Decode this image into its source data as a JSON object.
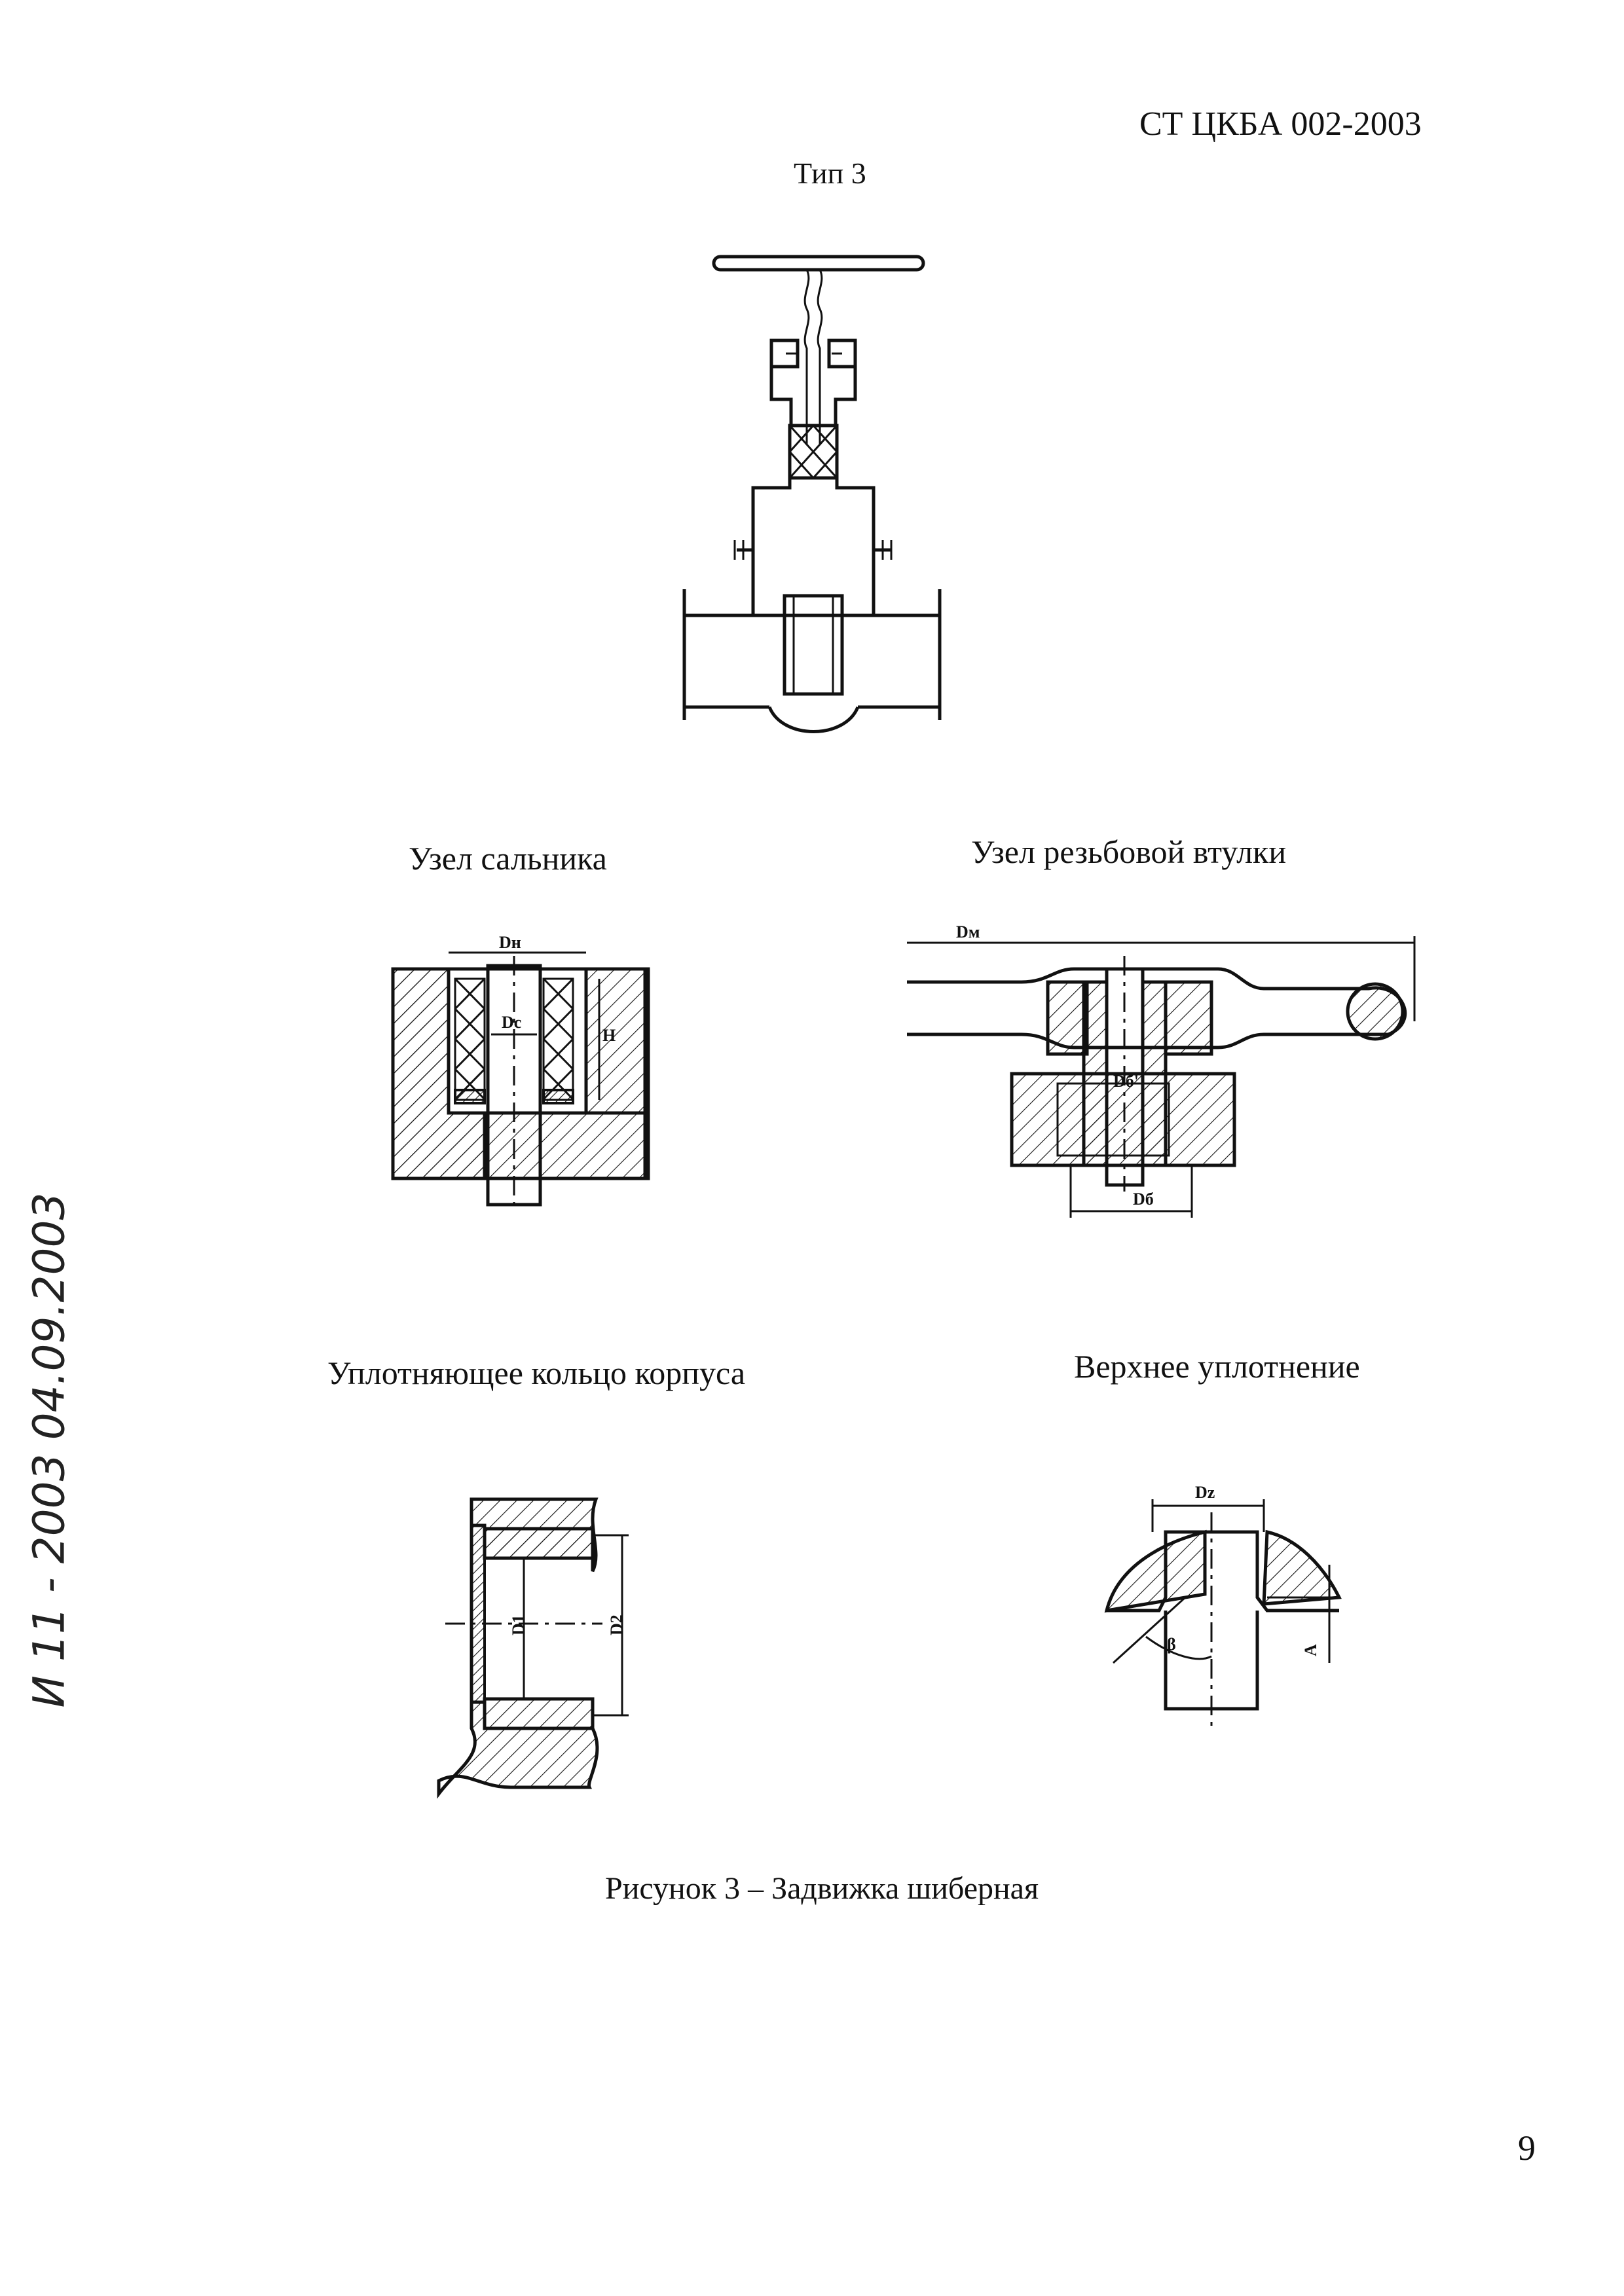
{
  "header": {
    "standard_code": "СТ ЦКБА 002-2003",
    "type_label": "Тип 3"
  },
  "captions": {
    "gland_assembly": "Узел сальника",
    "threaded_bushing_assembly": "Узел резьбовой втулки",
    "body_sealing_ring": "Уплотняющее кольцо корпуса",
    "upper_seal": "Верхнее уплотнение"
  },
  "dimension_labels": {
    "dn": "Dн",
    "dc": "Dc",
    "h": "H",
    "dm": "Dм",
    "db_prime": "Dб'",
    "db": "Dб",
    "d1": "D1",
    "d2": "D2",
    "dz": "Dz",
    "beta": "β",
    "a": "A"
  },
  "figure_caption": "Рисунок 3 – Задвижка шиберная",
  "page_number": "9",
  "handwritten_note": "И 11 - 2003  04.09.2003"
}
